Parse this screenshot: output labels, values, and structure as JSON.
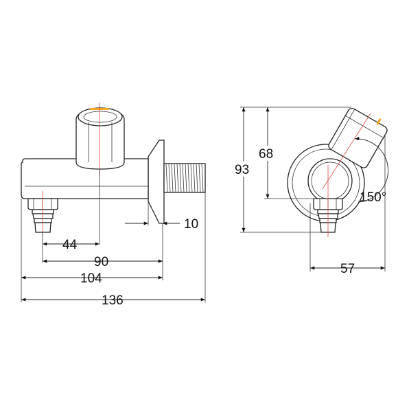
{
  "accent": "#f5a623",
  "centerline_color": "#e04a3c",
  "side_view": {
    "dims": {
      "d10": "10",
      "d44": "44",
      "d90": "90",
      "d104": "104",
      "d136": "136"
    }
  },
  "front_view": {
    "dims": {
      "d93": "93",
      "d68": "68",
      "d57": "57",
      "angle": "150°"
    }
  }
}
